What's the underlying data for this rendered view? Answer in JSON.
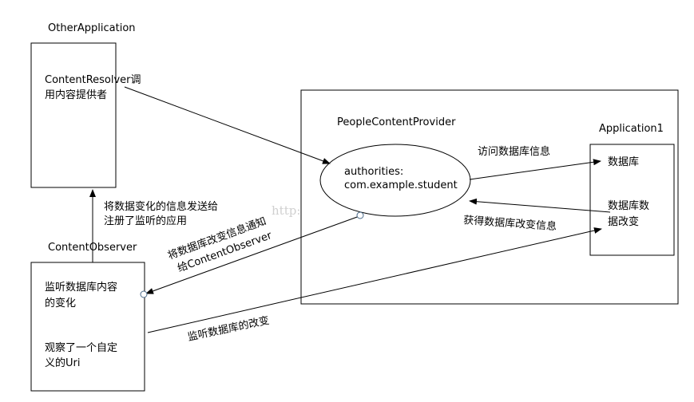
{
  "nodes": {
    "other_app": {
      "title": "OtherApplication",
      "line1": "ContentResolver调",
      "line2": "用内容提供者"
    },
    "observer": {
      "title": "ContentObserver",
      "line1": "监听数据库内容",
      "line2": "的变化",
      "line3": "观察了一个自定",
      "line4": "义的Uri"
    },
    "provider": {
      "title": "PeopleContentProvider",
      "auth_line1": "authorities:",
      "auth_line2": "com.example.student"
    },
    "app1": {
      "title": "Application1",
      "line1": "数据库",
      "line2": "数据库数",
      "line3": "据改变"
    }
  },
  "edges": {
    "observer_to_other_line1": "将数据变化的信息发送给",
    "observer_to_other_line2": "注册了监听的应用",
    "access_db": "访问数据库信息",
    "get_db_change": "获得数据库改变信息",
    "notify_line1": "将数据库改变信息通知",
    "notify_line2": "给ContentObserver",
    "listen_db": "监听数据库的改变"
  },
  "watermark": "http://blog.csdn.net/"
}
